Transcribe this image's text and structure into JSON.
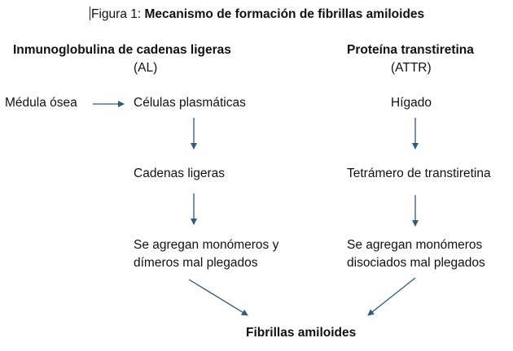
{
  "figure": {
    "prefix": "Figura 1: ",
    "title": "Mecanismo de formación de fibrillas amiloides"
  },
  "left_branch": {
    "heading": "Inmunoglobulina de cadenas ligeras",
    "abbr": "(AL)",
    "origin": "Médula ósea",
    "step1": "Células plasmáticas",
    "step2": "Cadenas ligeras",
    "step3_line1": "Se agregan monómeros y",
    "step3_line2": "dímeros mal plegados"
  },
  "right_branch": {
    "heading": "Proteína transtiretina",
    "abbr": "(ATTR)",
    "step1": "Hígado",
    "step2": "Tetrámero de transtiretina",
    "step3_line1": "Se agregan monómeros",
    "step3_line2": "disociados mal plegados"
  },
  "result": "Fibrillas amiloides",
  "colors": {
    "arrow": "#2e5b7e",
    "text": "#111111"
  }
}
